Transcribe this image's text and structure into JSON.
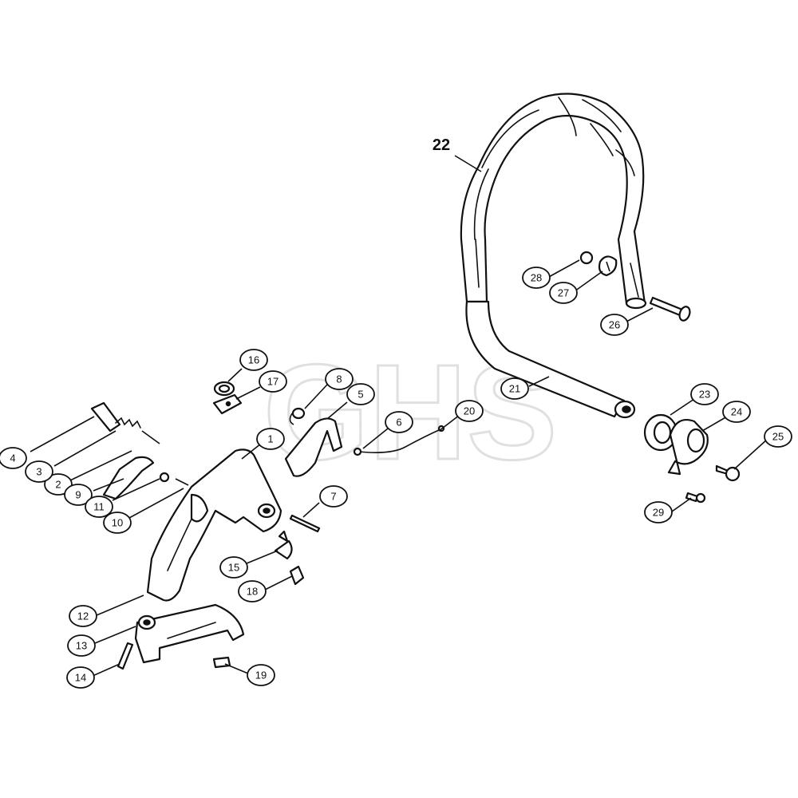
{
  "watermark": "GHS",
  "main_label": "22",
  "callouts": [
    {
      "id": "c1",
      "label": "1"
    },
    {
      "id": "c2",
      "label": "2"
    },
    {
      "id": "c3",
      "label": "3"
    },
    {
      "id": "c4",
      "label": "4"
    },
    {
      "id": "c5",
      "label": "5"
    },
    {
      "id": "c6",
      "label": "6"
    },
    {
      "id": "c7",
      "label": "7"
    },
    {
      "id": "c8",
      "label": "8"
    },
    {
      "id": "c9",
      "label": "9"
    },
    {
      "id": "c10",
      "label": "10"
    },
    {
      "id": "c11",
      "label": "11"
    },
    {
      "id": "c12",
      "label": "12"
    },
    {
      "id": "c13",
      "label": "13"
    },
    {
      "id": "c14",
      "label": "14"
    },
    {
      "id": "c15",
      "label": "15"
    },
    {
      "id": "c16",
      "label": "16"
    },
    {
      "id": "c17",
      "label": "17"
    },
    {
      "id": "c18",
      "label": "18"
    },
    {
      "id": "c19",
      "label": "19"
    },
    {
      "id": "c20",
      "label": "20"
    },
    {
      "id": "c21",
      "label": "21"
    },
    {
      "id": "c23",
      "label": "23"
    },
    {
      "id": "c24",
      "label": "24"
    },
    {
      "id": "c25",
      "label": "25"
    },
    {
      "id": "c26",
      "label": "26"
    },
    {
      "id": "c27",
      "label": "27"
    },
    {
      "id": "c28",
      "label": "28"
    },
    {
      "id": "c29",
      "label": "29"
    }
  ]
}
